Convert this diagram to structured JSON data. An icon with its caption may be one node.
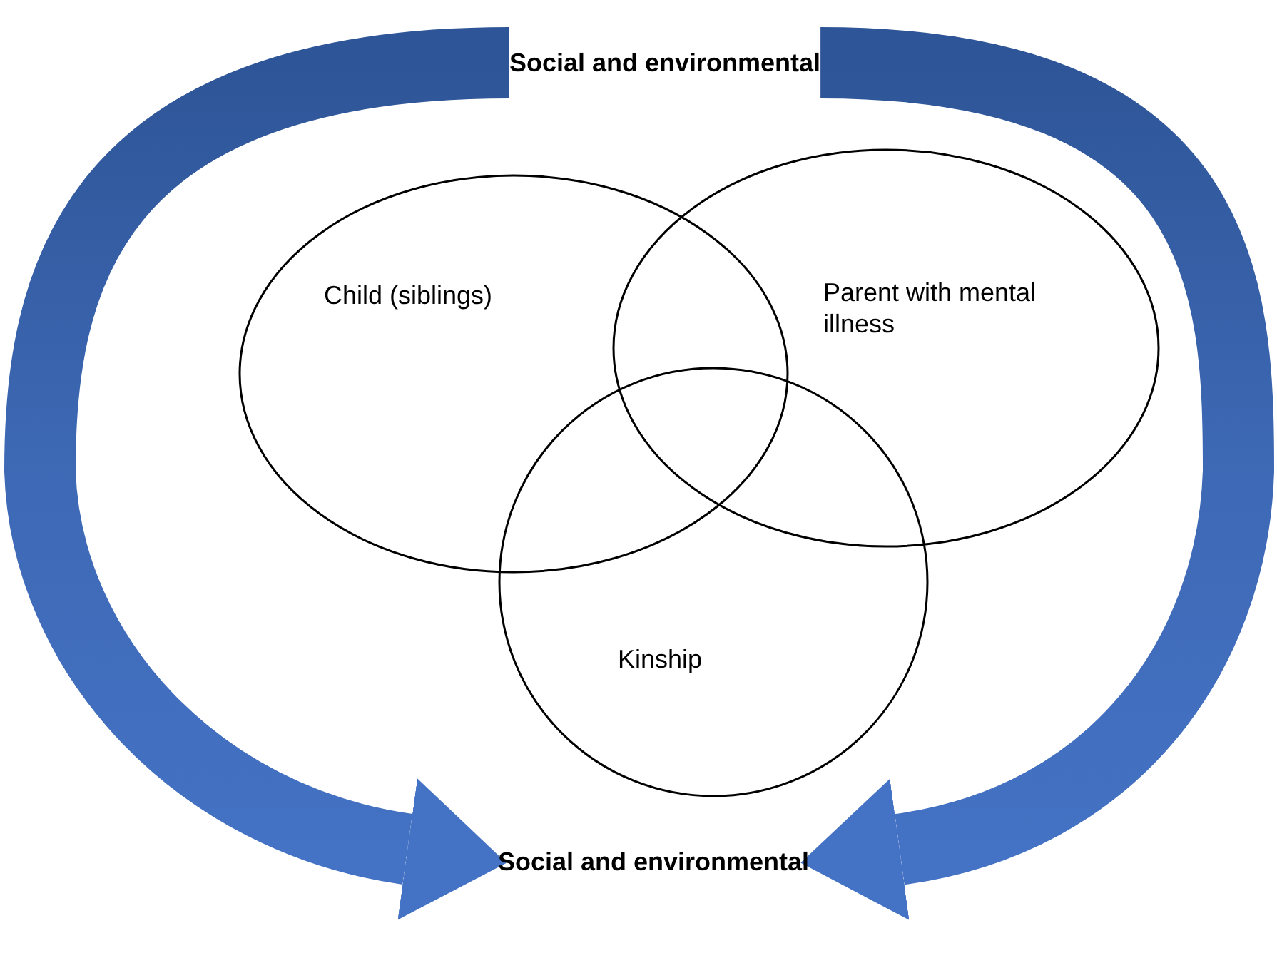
{
  "diagram": {
    "nodes": [
      {
        "text": [
          "Social and environmental"
        ]
      },
      {
        "text": [
          "Child (siblings)"
        ]
      },
      {
        "text": [
          "Parent with mental illness"
        ]
      },
      {
        "text": [
          "Kinship"
        ]
      },
      {
        "text": [
          "Social and environmental"
        ]
      }
    ],
    "edges": [
      {
        "from": 0,
        "to": 4,
        "arrow": "to"
      },
      {
        "from": 0,
        "to": 4,
        "arrow": "to"
      }
    ]
  }
}
